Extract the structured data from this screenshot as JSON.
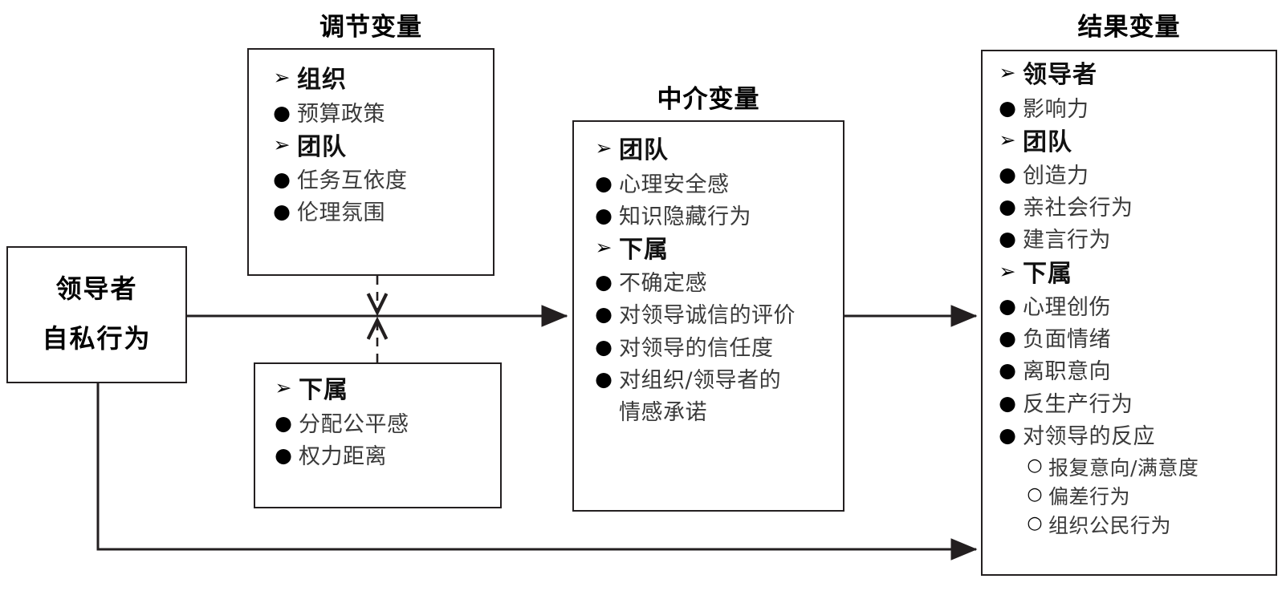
{
  "diagram": {
    "titles": {
      "moderator": "调节变量",
      "mediator": "中介变量",
      "outcome": "结果变量"
    },
    "source_node": {
      "line1": "领导者",
      "line2": "自私行为"
    },
    "moderator_top_box": {
      "rows": [
        {
          "marker": "arrow",
          "text": "组织",
          "style": "head"
        },
        {
          "marker": "bullet",
          "text": "预算政策",
          "style": "item"
        },
        {
          "marker": "arrow",
          "text": "团队",
          "style": "head"
        },
        {
          "marker": "bullet",
          "text": "任务互依度",
          "style": "item"
        },
        {
          "marker": "bullet",
          "text": "伦理氛围",
          "style": "item"
        }
      ]
    },
    "moderator_bottom_box": {
      "rows": [
        {
          "marker": "arrow",
          "text": "下属",
          "style": "head"
        },
        {
          "marker": "bullet",
          "text": "分配公平感",
          "style": "item"
        },
        {
          "marker": "bullet",
          "text": "权力距离",
          "style": "item"
        }
      ]
    },
    "mediator_box": {
      "rows": [
        {
          "marker": "arrow",
          "text": "团队",
          "style": "head"
        },
        {
          "marker": "bullet",
          "text": "心理安全感",
          "style": "item"
        },
        {
          "marker": "bullet",
          "text": "知识隐藏行为",
          "style": "item"
        },
        {
          "marker": "arrow",
          "text": "下属",
          "style": "head"
        },
        {
          "marker": "bullet",
          "text": "不确定感",
          "style": "item"
        },
        {
          "marker": "bullet",
          "text": "对领导诚信的评价",
          "style": "item"
        },
        {
          "marker": "bullet",
          "text": "对领导的信任度",
          "style": "item"
        },
        {
          "marker": "bullet",
          "text": "对组织/领导者的",
          "style": "item"
        },
        {
          "marker": "none",
          "text": "情感承诺",
          "style": "cont"
        }
      ]
    },
    "outcome_box": {
      "rows": [
        {
          "marker": "arrow",
          "text": "领导者",
          "style": "head"
        },
        {
          "marker": "bullet",
          "text": "影响力",
          "style": "item"
        },
        {
          "marker": "arrow",
          "text": "团队",
          "style": "head"
        },
        {
          "marker": "bullet",
          "text": "创造力",
          "style": "item"
        },
        {
          "marker": "bullet",
          "text": "亲社会行为",
          "style": "item"
        },
        {
          "marker": "bullet",
          "text": "建言行为",
          "style": "item"
        },
        {
          "marker": "arrow",
          "text": "下属",
          "style": "head"
        },
        {
          "marker": "bullet",
          "text": "心理创伤",
          "style": "item"
        },
        {
          "marker": "bullet",
          "text": "负面情绪",
          "style": "item"
        },
        {
          "marker": "bullet",
          "text": "离职意向",
          "style": "item"
        },
        {
          "marker": "bullet",
          "text": "反生产行为",
          "style": "item"
        },
        {
          "marker": "bullet",
          "text": "对领导的反应",
          "style": "item"
        },
        {
          "marker": "circle",
          "text": "报复意向/满意度",
          "style": "sub"
        },
        {
          "marker": "circle",
          "text": "偏差行为",
          "style": "sub"
        },
        {
          "marker": "circle",
          "text": "组织公民行为",
          "style": "sub"
        }
      ]
    },
    "markers": {
      "arrow": "➢",
      "bullet": "●",
      "circle": "○",
      "none": ""
    },
    "colors": {
      "stroke": "#231f20",
      "heading_text": "#111111",
      "item_text": "#3a3a3a"
    },
    "edges": [
      {
        "name": "source-to-mediator",
        "style": "solid"
      },
      {
        "name": "mediator-to-outcome",
        "style": "solid"
      },
      {
        "name": "source-to-outcome-direct",
        "style": "solid"
      },
      {
        "name": "moderator-top-to-path",
        "style": "dashed"
      },
      {
        "name": "moderator-bottom-to-path",
        "style": "dashed"
      }
    ]
  }
}
